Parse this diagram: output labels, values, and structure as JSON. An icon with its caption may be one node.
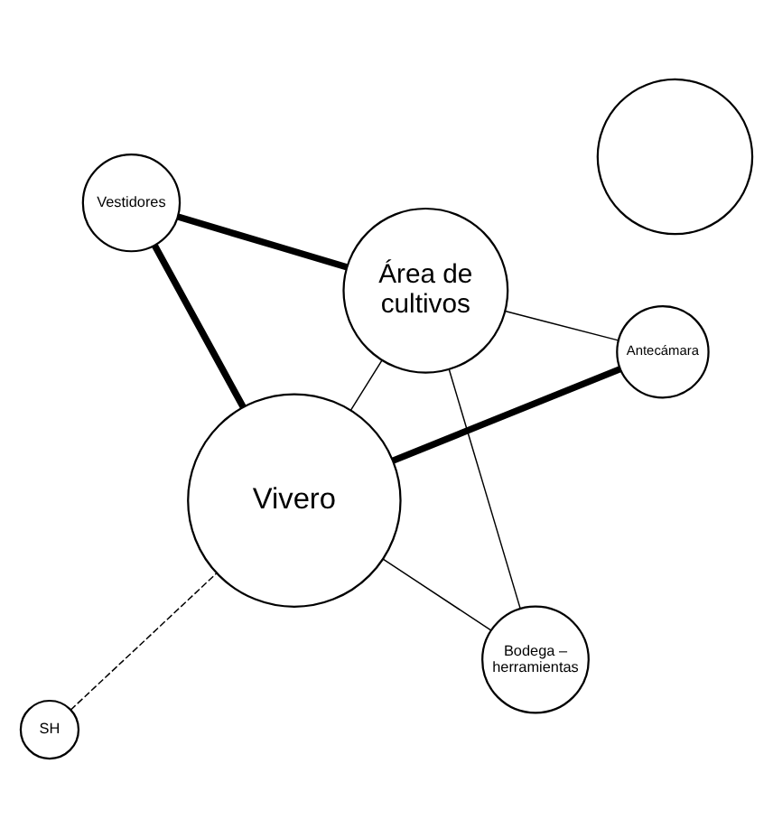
{
  "diagram": {
    "nodes": [
      {
        "text": [
          "SH"
        ]
      },
      {
        "text": [
          "Bodega – herramientas"
        ]
      },
      {
        "text": [
          "Vivero"
        ]
      },
      {
        "text": [
          "Vestidores"
        ]
      },
      {
        "text": [],
        "shape": "circle"
      },
      {
        "text": [
          "Antecámara"
        ]
      },
      {
        "text": [
          "Área de cultivos"
        ]
      }
    ],
    "edges": [
      {
        "from": 0,
        "to": 2,
        "arrow": "none",
        "style": "dashed"
      },
      {
        "from": 2,
        "to": 1,
        "arrow": "none"
      },
      {
        "from": 2,
        "to": 3,
        "arrow": "none",
        "style": "thick"
      },
      {
        "from": 1,
        "to": 6,
        "arrow": "none"
      },
      {
        "from": 2,
        "to": 6,
        "arrow": "none"
      },
      {
        "from": 3,
        "to": 6,
        "arrow": "none",
        "style": "thick"
      },
      {
        "from": 2,
        "to": 5,
        "arrow": "none",
        "style": "thick"
      },
      {
        "from": 5,
        "to": 6,
        "arrow": "none"
      }
    ]
  }
}
